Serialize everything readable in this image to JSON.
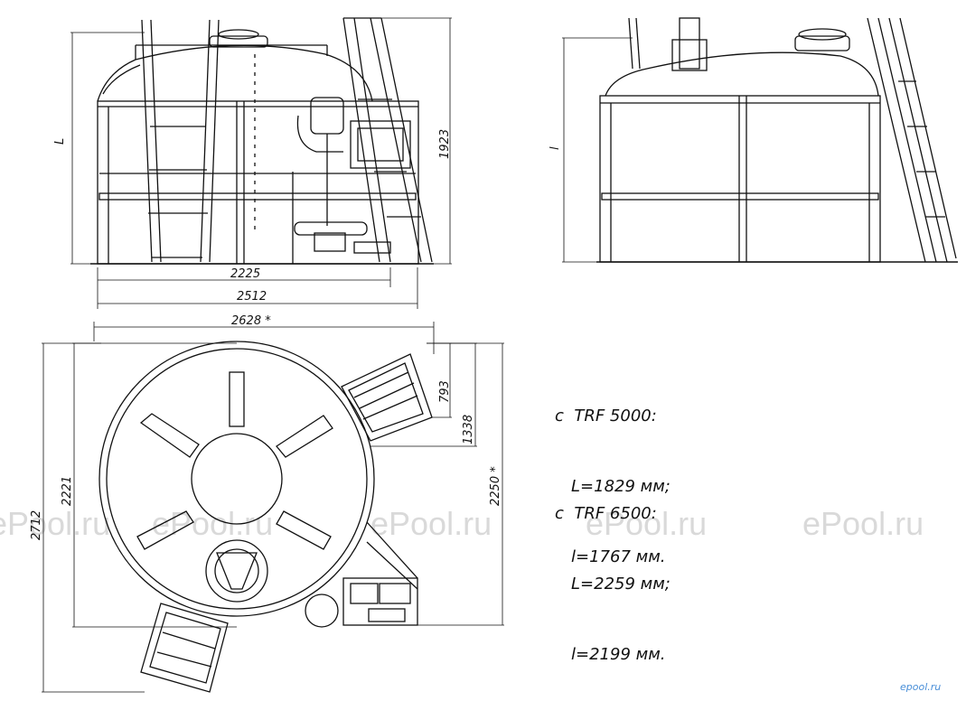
{
  "dimensions": {
    "front_height_label": "L",
    "front_total_height": "1923",
    "front_frame_width": "2225",
    "front_total_width": "2512",
    "side_height_label": "l",
    "top_width": "2628 *",
    "top_depth": "2712",
    "top_inner_depth": "2221",
    "top_ladder_offset": "793",
    "top_ladder_depth": "1338",
    "top_total_depth": "2250 *"
  },
  "notes": [
    {
      "title": "c  TRF 5000:",
      "line1": "L=1829 мм;",
      "line2": "l=1767 мм."
    },
    {
      "title": "c  TRF 6500:",
      "line1": "L=2259 мм;",
      "line2": "l=2199 мм."
    }
  ],
  "watermark": "ePool.ru",
  "corner_mark": "epool.ru",
  "colors": {
    "line": "#111111",
    "watermark": "#d9d9d9",
    "corner": "#4a8fd8"
  }
}
